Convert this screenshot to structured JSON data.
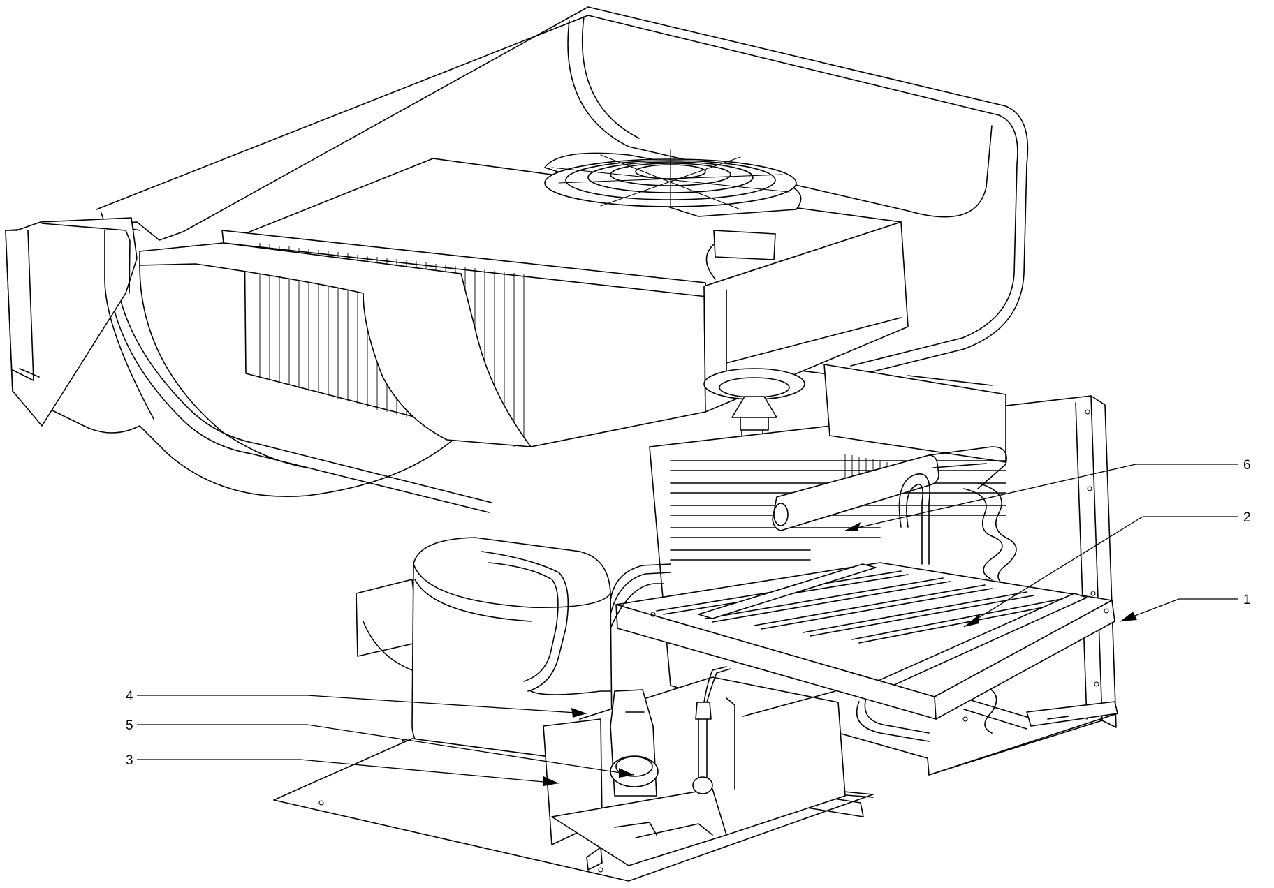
{
  "labels": [
    {
      "id": "6",
      "text": "6"
    },
    {
      "id": "2",
      "text": "2"
    },
    {
      "id": "1",
      "text": "1"
    },
    {
      "id": "4",
      "text": "4"
    },
    {
      "id": "5",
      "text": "5"
    },
    {
      "id": "3",
      "text": "3"
    }
  ]
}
